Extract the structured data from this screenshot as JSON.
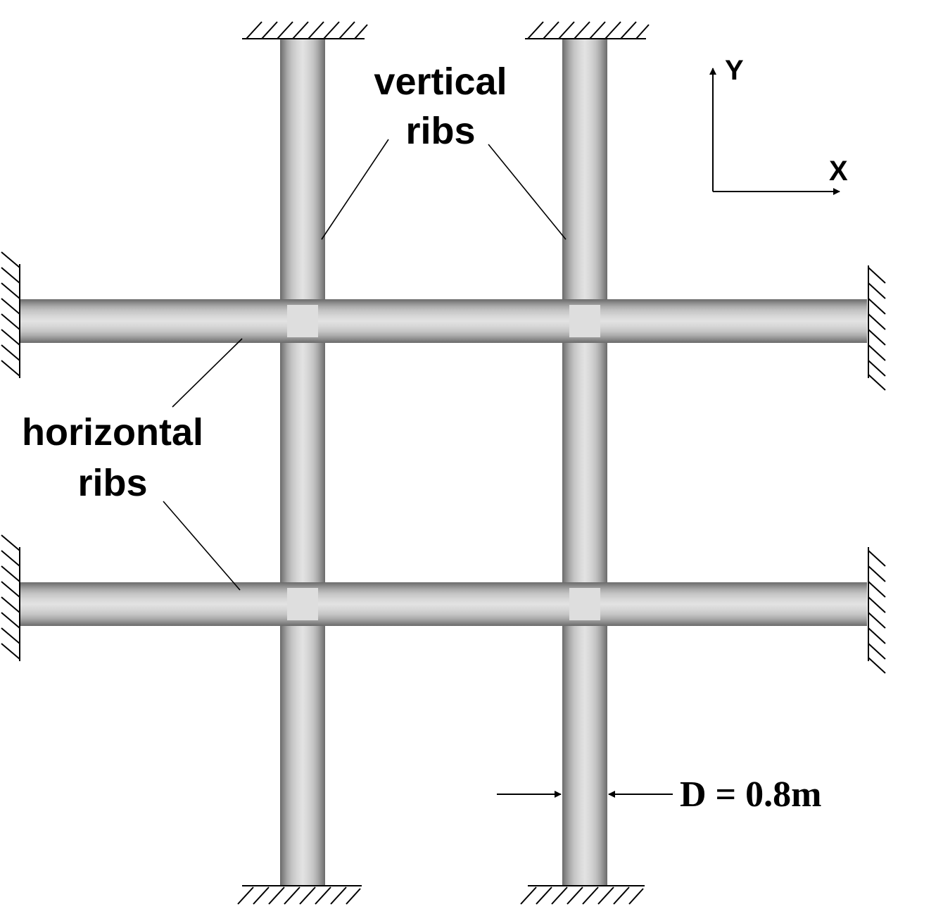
{
  "labels": {
    "vertical_ribs_line1": "vertical",
    "vertical_ribs_line2": "ribs",
    "horizontal_ribs_line1": "horizontal",
    "horizontal_ribs_line2": "ribs",
    "axis_y": "Y",
    "axis_x": "X",
    "dimension": "D = 0.8m"
  },
  "colors": {
    "rib_center": "#e1e1e1",
    "rib_shade_1": "#d3d3d3",
    "rib_shade_2": "#c2c2c2",
    "rib_shade_3": "#a9a9a9",
    "rib_shade_4": "#8a8a8a",
    "rib_edge": "#6a6a6a",
    "line": "#000000"
  }
}
